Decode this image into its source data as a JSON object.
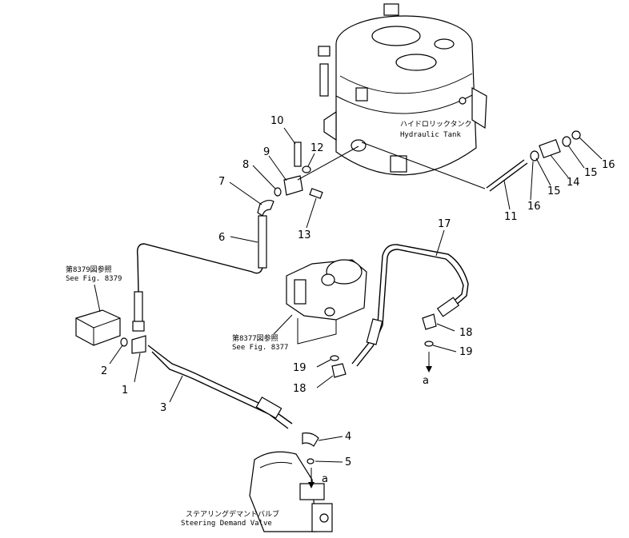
{
  "callouts": {
    "n1": "1",
    "n2": "2",
    "n3": "3",
    "n4": "4",
    "n5": "5",
    "n6": "6",
    "n7": "7",
    "n8": "8",
    "n9": "9",
    "n10": "10",
    "n11": "11",
    "n12": "12",
    "n13": "13",
    "n14": "14",
    "n15a": "15",
    "n15b": "15",
    "n16a": "16",
    "n16b": "16",
    "n17": "17",
    "n18a": "18",
    "n18b": "18",
    "n19a": "19",
    "n19b": "19"
  },
  "labels": {
    "tank_jp": "ハイドロリックタンク",
    "tank_en": "Hydraulic Tank",
    "fig8379_jp": "第8379図参照",
    "fig8379_en": "See Fig. 8379",
    "fig8377_jp": "第8377図参照",
    "fig8377_en": "See Fig. 8377",
    "valve_jp": "ステアリングデマンドバルブ",
    "valve_en": "Steering Demand Valve",
    "conn_a1": "a",
    "conn_a2": "a"
  }
}
